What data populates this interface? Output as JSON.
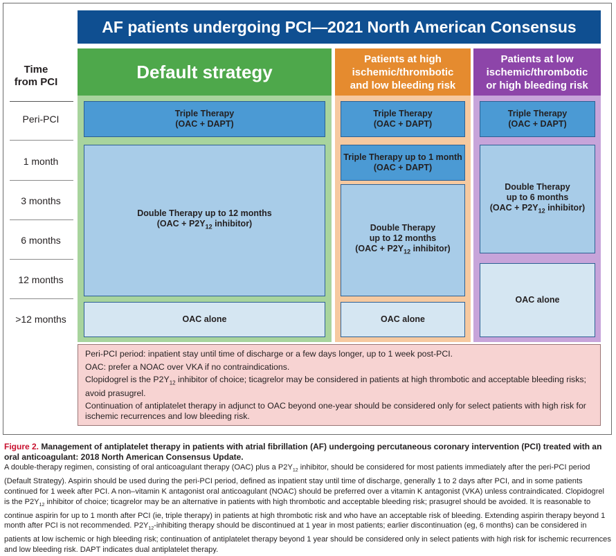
{
  "title": "AF patients undergoing PCI—2021 North American Consensus",
  "time_header": [
    "Time",
    "from PCI"
  ],
  "time_labels": [
    "Peri-PCI",
    "1 month",
    "3 months",
    "6 months",
    "12 months",
    ">12 months"
  ],
  "columns": {
    "default": {
      "header": "Default strategy"
    },
    "high_ischemic": {
      "header": [
        "Patients at high",
        "ischemic/thrombotic",
        "and low bleeding risk"
      ]
    },
    "low_ischemic": {
      "header": [
        "Patients at low",
        "ischemic/thrombotic",
        "or high bleeding risk"
      ]
    }
  },
  "boxes": {
    "triple_therapy": [
      "Triple Therapy",
      "(OAC + DAPT)"
    ],
    "triple_1month": [
      "Triple Therapy up to 1 month",
      "(OAC + DAPT)"
    ],
    "double_12_default": {
      "line1": "Double Therapy up to 12 months",
      "line2_pre": "(OAC + P2Y",
      "line2_sub": "12",
      "line2_post": " inhibitor)"
    },
    "double_12_high": {
      "line1": "Double Therapy",
      "line2": "up to 12 months",
      "line3_pre": "(OAC + P2Y",
      "line3_sub": "12",
      "line3_post": " inhibitor)"
    },
    "double_6": {
      "line1": "Double Therapy",
      "line2": "up to 6 months",
      "line3_pre": "(OAC + P2Y",
      "line3_sub": "12",
      "line3_post": " inhibitor)"
    },
    "oac_alone": "OAC alone"
  },
  "notes": {
    "n1": "Peri-PCI period: inpatient stay until time of discharge or a few days longer, up to 1 week post-PCI.",
    "n2": "OAC: prefer a NOAC over VKA if no contraindications.",
    "n3_pre": "Clopidogrel is the P2Y",
    "n3_sub": "12",
    "n3_post": " inhibitor of choice; ticagrelor may be considered in patients at high thrombotic and acceptable bleeding risks; avoid prasugrel.",
    "n4": "Continuation of antiplatelet therapy in adjunct to OAC beyond one-year should be considered only for select patients with high risk for ischemic recurrences and low bleeding risk."
  },
  "caption": {
    "label": "Figure 2.",
    "heading": " Management of antiplatelet therapy in patients with atrial fibrillation (AF) undergoing percutaneous coronary intervention (PCI) treated with an oral anticoagulant: 2018 North American Consensus Update.",
    "s1": "A double-therapy regimen, consisting of oral anticoagulant therapy (OAC) plus a P2Y",
    "s2": " inhibitor, should be considered for most patients immediately after the peri-PCI period (Default Strategy). Aspirin should be used during the peri-PCI period, defined as inpatient stay until time of discharge, generally 1 to 2 days after PCI, and in some patients continued for 1 week after PCI. A non–vitamin K antagonist oral anticoagulant (NOAC) should be preferred over a vitamin K antagonist (VKA) unless contraindicated. Clopidogrel is the P2Y",
    "s3": " inhibitor of choice; ticagrelor may be an alternative in patients with high thrombotic and acceptable bleeding risk; prasugrel should be avoided. It is reasonable to continue aspirin for up to 1 month after PCI (ie, triple therapy) in patients at high thrombotic risk and who have an acceptable risk of bleeding. Extending aspirin therapy beyond 1 month after PCI is not recommended. P2Y",
    "s4": "-inhibiting therapy should be discontinued at 1 year in most patients; earlier discontinuation (eg, 6 months) can be considered in patients at low ischemic or high bleeding risk; continuation of antiplatelet therapy beyond 1 year should be considered only in select patients with high risk for ischemic recurrences and low bleeding risk. DAPT indicates dual antiplatelet therapy.",
    "sub": "12"
  }
}
